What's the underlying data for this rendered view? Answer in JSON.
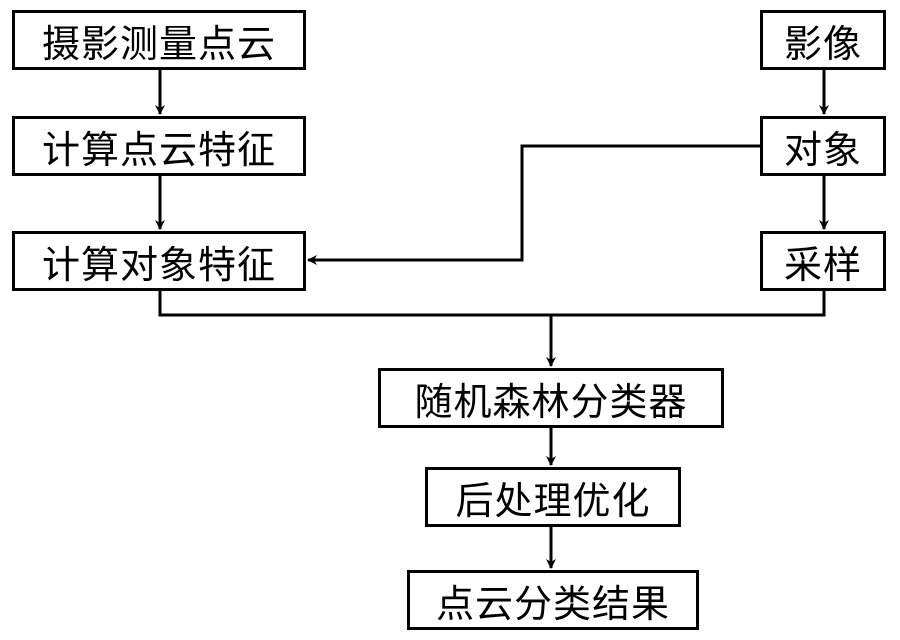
{
  "nodes": {
    "photogrammetry_cloud": "摄影测量点云",
    "calc_point_features": "计算点云特征",
    "calc_object_features": "计算对象特征",
    "image": "影像",
    "object": "对象",
    "sampling": "采样",
    "random_forest": "随机森林分类器",
    "post_processing": "后处理优化",
    "classification_result": "点云分类结果"
  },
  "edges": [
    {
      "from": "photogrammetry_cloud",
      "to": "calc_point_features"
    },
    {
      "from": "calc_point_features",
      "to": "calc_object_features"
    },
    {
      "from": "image",
      "to": "object"
    },
    {
      "from": "object",
      "to": "sampling"
    },
    {
      "from": "object",
      "to": "calc_object_features"
    },
    {
      "from": "calc_object_features",
      "to": "random_forest"
    },
    {
      "from": "sampling",
      "to": "random_forest"
    },
    {
      "from": "random_forest",
      "to": "post_processing"
    },
    {
      "from": "post_processing",
      "to": "classification_result"
    }
  ],
  "colors": {
    "stroke": "#000000",
    "background": "#ffffff"
  }
}
